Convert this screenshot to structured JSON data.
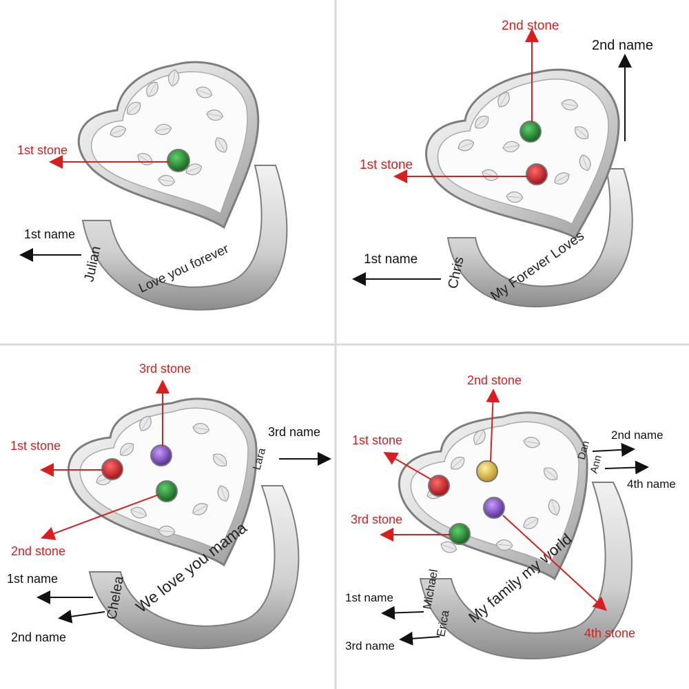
{
  "colors": {
    "label_red": "#d81e1e",
    "label_black": "#111111",
    "metal_light": "#f4f4f4",
    "metal_mid": "#c9c9c9",
    "metal_dark": "#7a7a7a",
    "divider": "#d9d9d9",
    "stone_green": "#1e8a2e",
    "stone_red": "#d8161e",
    "stone_purple": "#8a4fd0",
    "stone_yellow": "#e6c02a"
  },
  "panels": [
    {
      "engraving_inner": "Love you forever",
      "engraving_side": "Julian",
      "labels": {
        "stone1": "1st stone",
        "name1": "1st name"
      }
    },
    {
      "engraving_inner": "My Forever Loves",
      "engraving_side": "Chris",
      "labels": {
        "stone1": "1st stone",
        "stone2": "2nd stone",
        "name1": "1st name",
        "name2": "2nd name"
      }
    },
    {
      "engraving_inner": "We love you mama",
      "engraving_side_a": "Chelea",
      "engraving_side_b": "Lara",
      "labels": {
        "stone1": "1st stone",
        "stone2": "2nd stone",
        "stone3": "3rd stone",
        "name1": "1st name",
        "name2": "2nd name",
        "name3": "3rd name"
      }
    },
    {
      "engraving_inner": "My family my world",
      "engraving_side_a": "Michael",
      "engraving_side_b": "Erica",
      "engraving_side_c": "Dan",
      "engraving_side_d": "Ann",
      "labels": {
        "stone1": "1st stone",
        "stone2": "2nd stone",
        "stone3": "3rd stone",
        "stone4": "4th stone",
        "name1": "1st name",
        "name2": "2nd name",
        "name3": "3rd name",
        "name4": "4th name"
      }
    }
  ]
}
